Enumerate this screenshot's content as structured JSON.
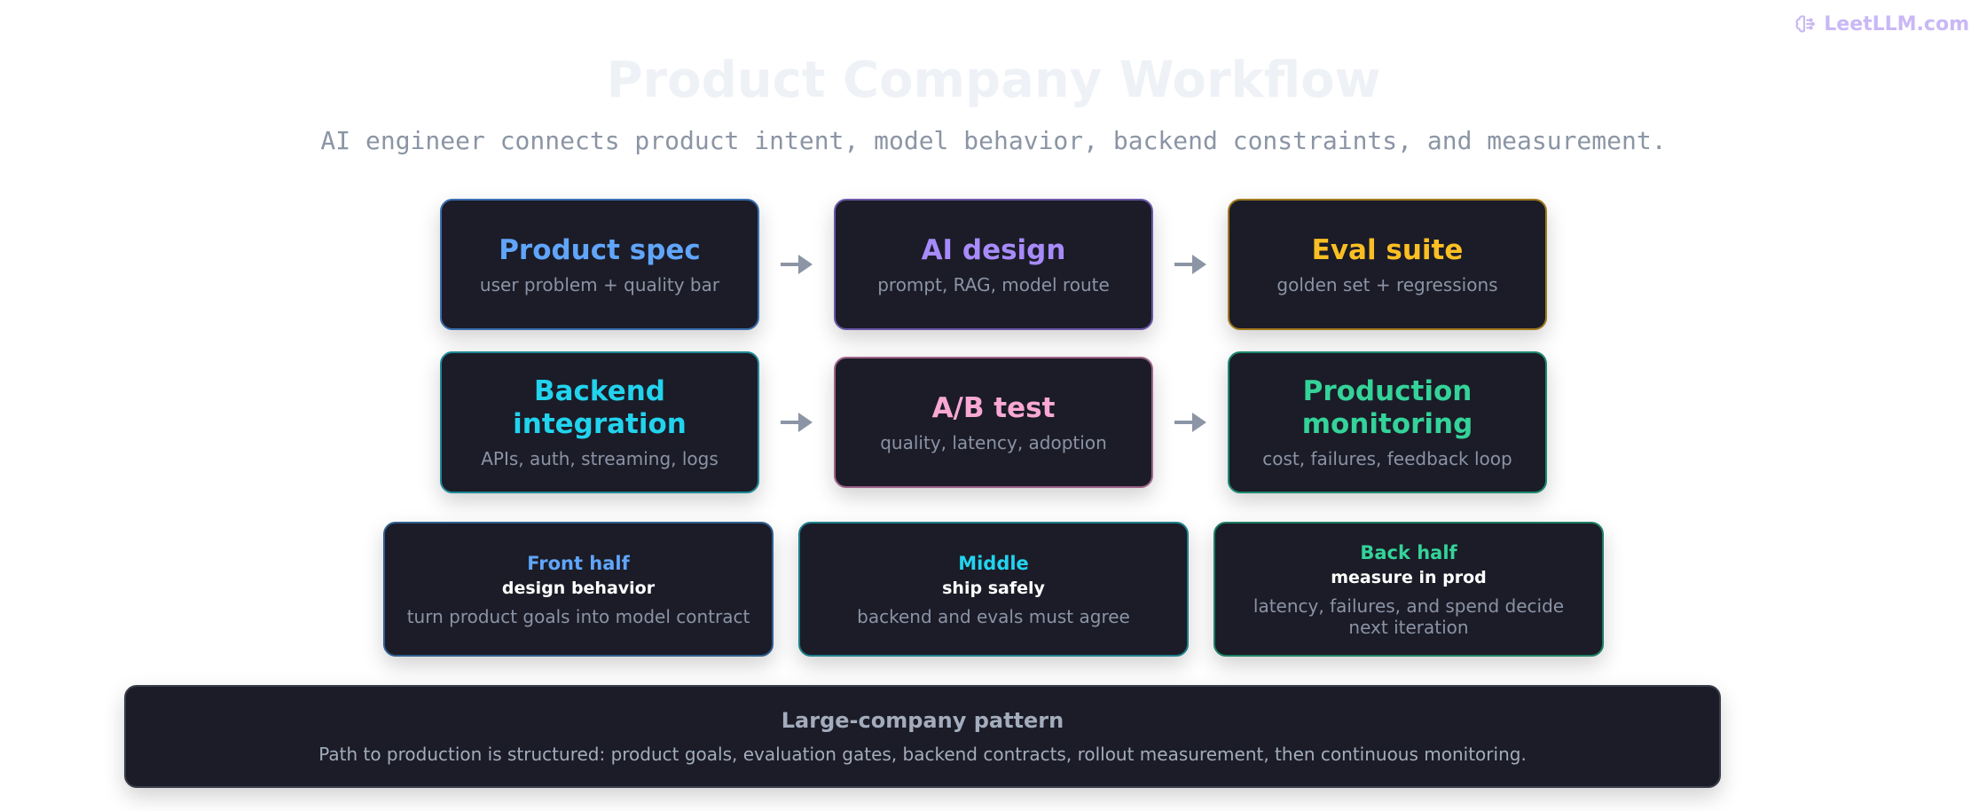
{
  "brand": {
    "name": "LeetLLM.com",
    "icon": "brain-icon"
  },
  "title": "Product Company Workflow",
  "subtitle": "AI engineer connects product intent, model behavior, backend constraints, and measurement.",
  "colors": {
    "blue": "#60a5fa",
    "purple": "#a78bfa",
    "amber": "#fbbf24",
    "cyan": "#22d3ee",
    "pink": "#f9a8d4",
    "green": "#34d399",
    "arrow": "#8b95a5"
  },
  "steps": [
    {
      "title": "Product spec",
      "desc": "user problem + quality bar"
    },
    {
      "title": "AI design",
      "desc": "prompt, RAG, model route"
    },
    {
      "title": "Eval suite",
      "desc": "golden set + regressions"
    },
    {
      "title": "Backend integration",
      "desc": "APIs, auth, streaming, logs"
    },
    {
      "title": "A/B test",
      "desc": "quality, latency, adoption"
    },
    {
      "title": "Production monitoring",
      "desc": "cost, failures, feedback loop"
    }
  ],
  "phases": [
    {
      "head": "Front half",
      "sub": "design behavior",
      "desc": "turn product goals into model contract"
    },
    {
      "head": "Middle",
      "sub": "ship safely",
      "desc": "backend and evals must agree"
    },
    {
      "head": "Back half",
      "sub": "measure in prod",
      "desc": "latency, failures, and spend decide next iteration"
    }
  ],
  "footer": {
    "title": "Large-company pattern",
    "desc": "Path to production is structured: product goals, evaluation gates, backend contracts, rollout measurement, then continuous monitoring."
  }
}
